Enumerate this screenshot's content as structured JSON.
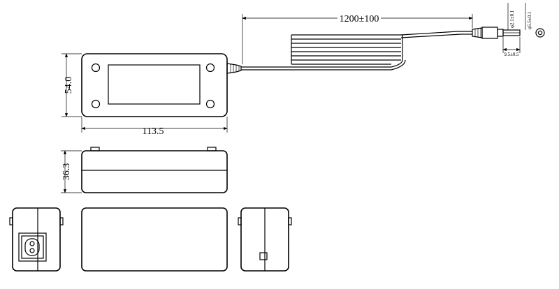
{
  "dimensions": {
    "cable_length": "1200±100",
    "body_length": "113.5",
    "body_width": "54.0",
    "body_height": "36.3",
    "plug_inner_diameter": "φ2.1±0.1",
    "plug_outer_diameter": "φ5.5±0.1",
    "plug_length": "9.5±0.5"
  }
}
